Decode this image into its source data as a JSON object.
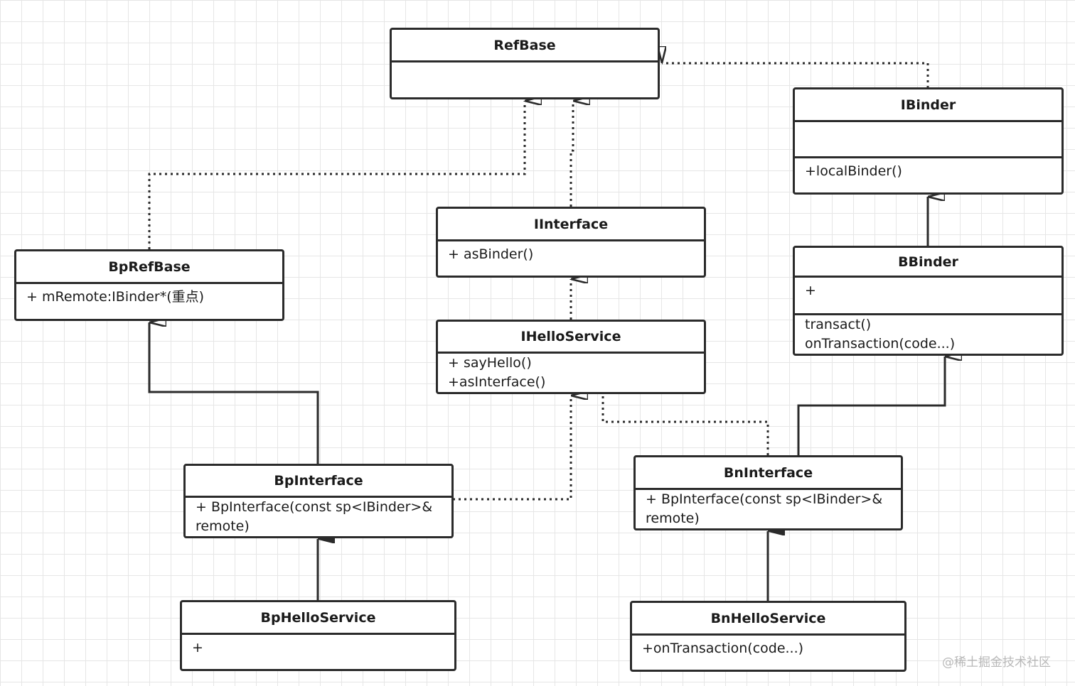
{
  "classes": {
    "refbase": {
      "name": "RefBase",
      "s1": ""
    },
    "ibinder": {
      "name": "IBinder",
      "s1": "",
      "s2": "+localBinder()"
    },
    "iinterface": {
      "name": "IInterface",
      "s1": "+ asBinder()"
    },
    "bprefbase": {
      "name": "BpRefBase",
      "s1": "+ mRemote:IBinder*(重点)"
    },
    "bbinder": {
      "name": "BBinder",
      "s1": "+",
      "s2": "transact()\nonTransaction(code...)"
    },
    "ihelloservice": {
      "name": "IHelloService",
      "s1": "+ sayHello()\n+asInterface()"
    },
    "bpinterface": {
      "name": "BpInterface",
      "s1": "+  BpInterface(const sp<IBinder>&\nremote)"
    },
    "bninterface": {
      "name": "BnInterface",
      "s1": "+  BpInterface(const sp<IBinder>&\nremote)"
    },
    "bphelloservice": {
      "name": "BpHelloService",
      "s1": "+"
    },
    "bnhelloservice": {
      "name": "BnHelloService",
      "s1": "+onTransaction(code...)"
    }
  },
  "relations": [
    {
      "from": "ibinder",
      "to": "refbase",
      "kind": "realization"
    },
    {
      "from": "bprefbase",
      "to": "refbase",
      "kind": "realization"
    },
    {
      "from": "iinterface",
      "to": "refbase",
      "kind": "realization"
    },
    {
      "from": "bbinder",
      "to": "ibinder",
      "kind": "generalization"
    },
    {
      "from": "ihelloservice",
      "to": "iinterface",
      "kind": "realization"
    },
    {
      "from": "bpinterface",
      "to": "bprefbase",
      "kind": "generalization"
    },
    {
      "from": "bpinterface",
      "to": "ihelloservice",
      "kind": "realization"
    },
    {
      "from": "bninterface",
      "to": "ihelloservice",
      "kind": "realization"
    },
    {
      "from": "bninterface",
      "to": "bbinder",
      "kind": "generalization"
    },
    {
      "from": "bphelloservice",
      "to": "bpinterface",
      "kind": "composition"
    },
    {
      "from": "bnhelloservice",
      "to": "bninterface",
      "kind": "composition"
    }
  ],
  "watermark": "@稀土掘金技术社区"
}
